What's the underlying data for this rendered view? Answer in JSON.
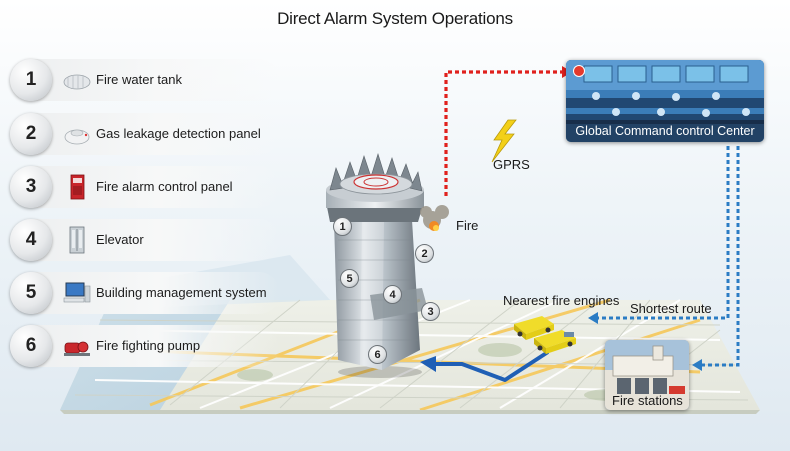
{
  "title": "Direct Alarm System Operations",
  "legend": [
    {
      "number": "1",
      "label": "Fire water tank",
      "icon": "water-tank-icon"
    },
    {
      "number": "2",
      "label": "Gas leakage detection panel",
      "icon": "gas-detector-icon"
    },
    {
      "number": "3",
      "label": "Fire alarm control panel",
      "icon": "fire-alarm-panel-icon"
    },
    {
      "number": "4",
      "label": "Elevator",
      "icon": "elevator-icon"
    },
    {
      "number": "5",
      "label": "Building management system",
      "icon": "computer-icon"
    },
    {
      "number": "6",
      "label": "Fire fighting pump",
      "icon": "pump-icon"
    }
  ],
  "labels": {
    "gprs": "GPRS",
    "fire": "Fire",
    "command_center": "Global Command control Center",
    "nearest_engines": "Nearest fire engines",
    "shortest_route": "Shortest route",
    "fire_stations": "Fire stations"
  },
  "markers": [
    "1",
    "2",
    "3",
    "4",
    "5",
    "6"
  ],
  "colors": {
    "alarm_path": "#e0211d",
    "dispatch_path": "#2b7cc4",
    "route": "#1f5fb5",
    "engine": "#e8d21a"
  }
}
